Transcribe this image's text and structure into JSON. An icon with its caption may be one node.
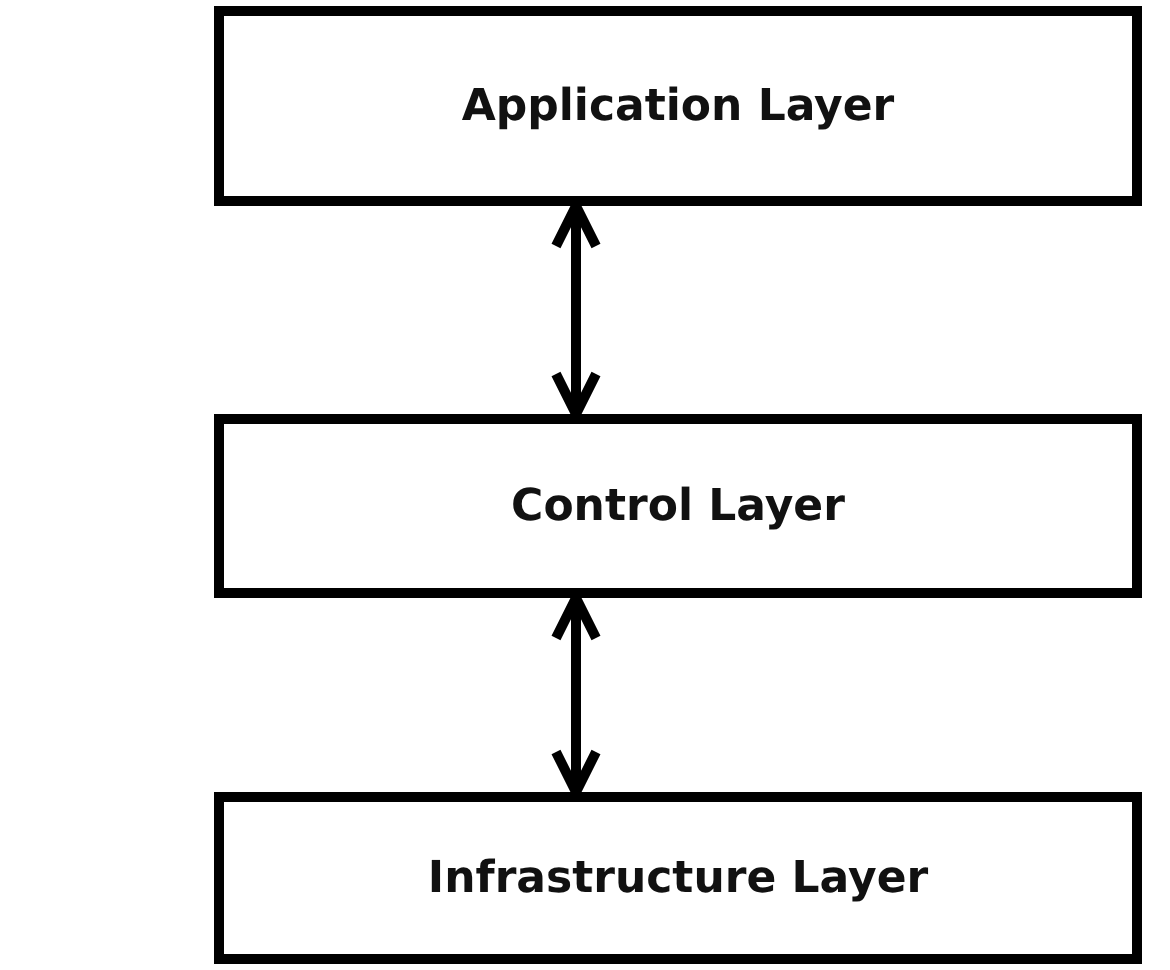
{
  "diagram": {
    "nodes": [
      {
        "text": [
          "Application Layer"
        ]
      },
      {
        "text": [
          "Control Layer"
        ]
      },
      {
        "text": [
          "Infrastructure Layer"
        ]
      }
    ],
    "edges": [
      {
        "from": 0,
        "to": 1,
        "arrow": "both"
      },
      {
        "from": 1,
        "to": 2,
        "arrow": "both"
      }
    ]
  }
}
